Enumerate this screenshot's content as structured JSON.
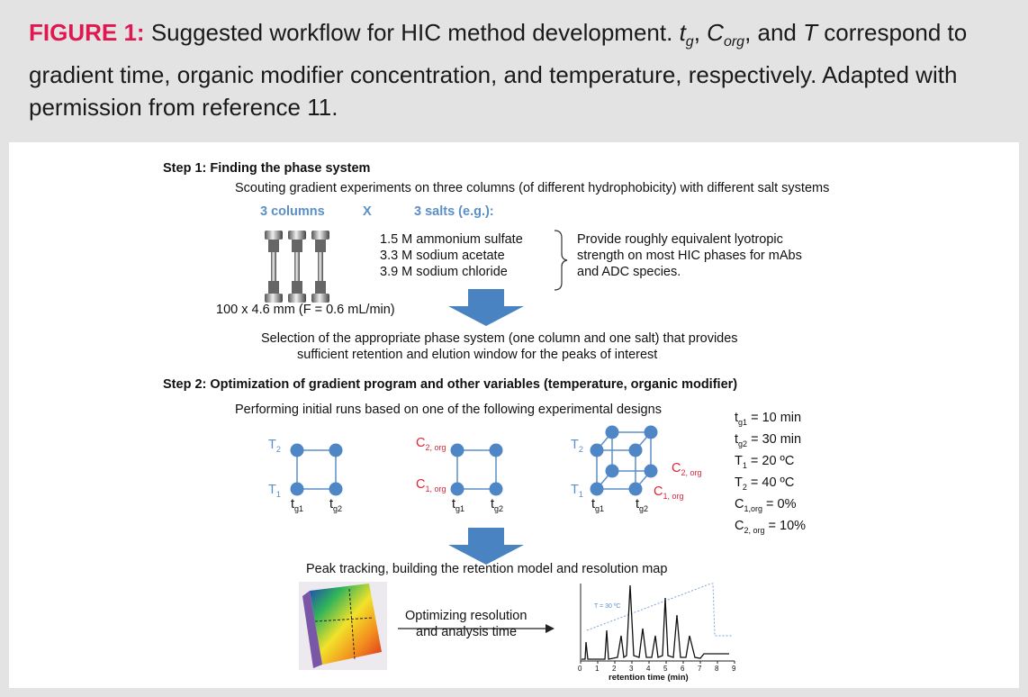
{
  "caption": {
    "label": "FIGURE 1:",
    "text_1": "Suggested workflow for HIC method development.",
    "tg_main": "t",
    "tg_sub": "g",
    "corg_main": "C",
    "corg_sub": "org",
    "and": ", and",
    "T": "T",
    "text_2": "correspond to gradient time, organic modifier concentration, and temperature, respectively. Adapted with permission from reference 11."
  },
  "step1": {
    "title": "Step 1: Finding the phase system",
    "subtitle": "Scouting gradient experiments on three columns (of different hydrophobicity) with different salt systems",
    "columns_label": "3 columns",
    "times": "X",
    "salts_label": "3 salts (e.g.):",
    "salts": [
      "1.5 M ammonium sulfate",
      "3.3 M sodium acetate",
      "3.9 M sodium chloride"
    ],
    "note": [
      "Provide roughly equivalent lyotropic",
      "strength on most HIC phases for mAbs",
      "and ADC species."
    ],
    "dimensions": "100 x 4.6 mm (F = 0.6 mL/min)",
    "selection": [
      "Selection of the appropriate phase system (one column and one salt) that provides",
      "sufficient retention and elution window for the peaks of interest"
    ]
  },
  "step2": {
    "title": "Step 2: Optimization of gradient program and other variables (temperature, organic modifier)",
    "subtitle": "Performing initial runs based on one of the following experimental designs",
    "params": [
      {
        "sym": "t",
        "sub": "g1",
        "val": " = 10 min"
      },
      {
        "sym": "t",
        "sub": "g2",
        "val": " = 30 min"
      },
      {
        "sym": "T",
        "sub": "1",
        "val": " = 20 ºC"
      },
      {
        "sym": "T",
        "sub": "2",
        "val": " = 40 ºC"
      },
      {
        "sym": "C",
        "sub": "1,org",
        "val": " = 0%"
      },
      {
        "sym": "C",
        "sub": "2, org",
        "val": " = 10%"
      }
    ],
    "d1": {
      "T2": "T",
      "T2s": "2",
      "T1": "T",
      "T1s": "1",
      "tg1": "t",
      "tg1s": "g1",
      "tg2": "t",
      "tg2s": "g2"
    },
    "d2": {
      "C2": "C",
      "C2s": "2, org",
      "C1": "C",
      "C1s": "1, org"
    },
    "tracking": "Peak tracking, building the retention model and resolution map",
    "optimizing": [
      "Optimizing resolution",
      "and analysis time"
    ],
    "chromatogram": {
      "temp_label": "T = 30 ºC",
      "xlabel": "retention time (min)",
      "xticks": [
        "0",
        "1",
        "2",
        "3",
        "4",
        "5",
        "6",
        "7",
        "8",
        "9"
      ]
    }
  },
  "colors": {
    "accent_red": "#e0184f",
    "node_blue": "#4f86c6",
    "arrow_blue": "#4a83c2"
  }
}
